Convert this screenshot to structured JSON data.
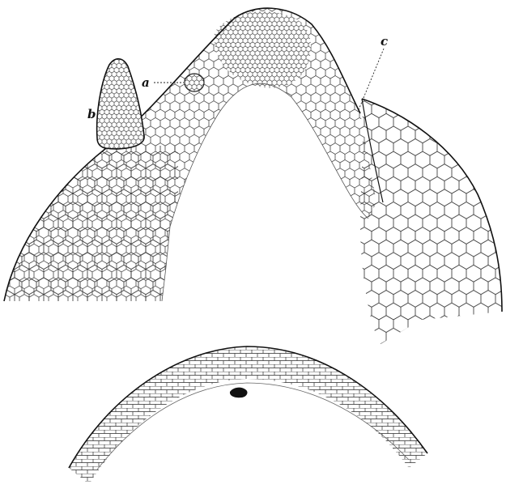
{
  "figure": {
    "labels": {
      "a": "a",
      "b": "b",
      "c": "c"
    },
    "parts": [
      "upper-section",
      "lower-section"
    ]
  }
}
